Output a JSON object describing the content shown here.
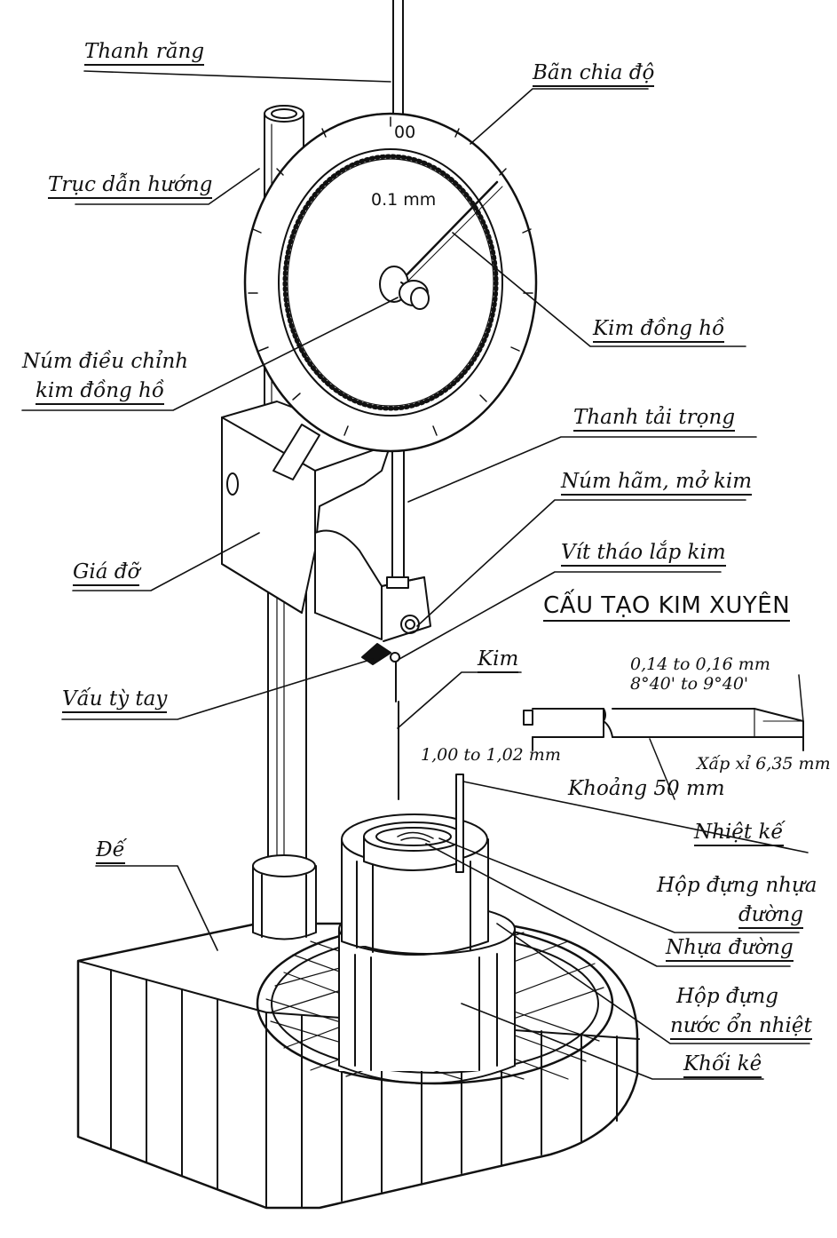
{
  "labels": {
    "thanh_rang": "Thanh răng",
    "ban_chia_do": "Bãn chia độ",
    "truc_dan_huong": "Trục dẫn hướng",
    "kim_dong_ho": "Kim đồng hồ",
    "num_dieu_chinh_1": "Núm điều chỉnh",
    "num_dieu_chinh_2": "kim đồng hồ",
    "thanh_tai_trong": "Thanh tải trọng",
    "num_ham": "Núm hãm, mở kim",
    "gia_do": "Giá đỡ",
    "vit_thao": "Vít tháo lắp kim",
    "cau_tao": "CẤU TẠO KIM XUYÊN",
    "vau_ty_tay": "Vấu tỳ tay",
    "kim": "Kim",
    "de": "Đế",
    "nhiet_ke": "Nhiệt kế",
    "hop_dung_nhua_1": "Hộp đựng nhựa",
    "hop_dung_nhua_2": "đường",
    "nhua_duong": "Nhựa đường",
    "hop_nuoc_1": "Hộp đựng",
    "hop_nuoc_2": "nước ổn nhiệt",
    "khoi_ke": "Khối kê"
  },
  "dial": {
    "zero": "00",
    "unit": "0.1 mm"
  },
  "needle_spec": {
    "tip_diameter": "0,14  to  0,16 mm",
    "tip_angle": "8°40'  to  9°40'",
    "shank_diameter": "1,00  to  1,02 mm",
    "length_total": "Xấp xỉ 6,35 mm",
    "length_needle": "Khoảng 50 mm"
  }
}
